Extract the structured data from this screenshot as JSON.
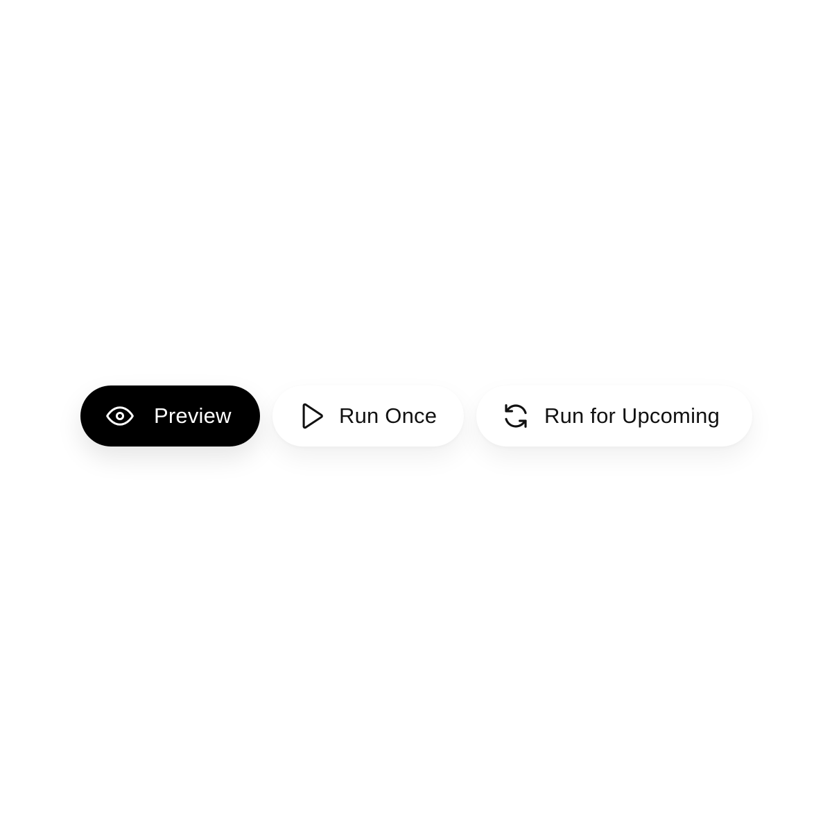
{
  "toolbar": {
    "preview": {
      "label": "Preview",
      "icon": "eye-icon"
    },
    "run_once": {
      "label": "Run Once",
      "icon": "play-icon"
    },
    "run_upcoming": {
      "label": "Run for Upcoming",
      "icon": "refresh-icon"
    }
  },
  "colors": {
    "primary_bg": "#000000",
    "primary_text": "#ffffff",
    "secondary_bg": "#ffffff",
    "secondary_text": "#111111"
  }
}
